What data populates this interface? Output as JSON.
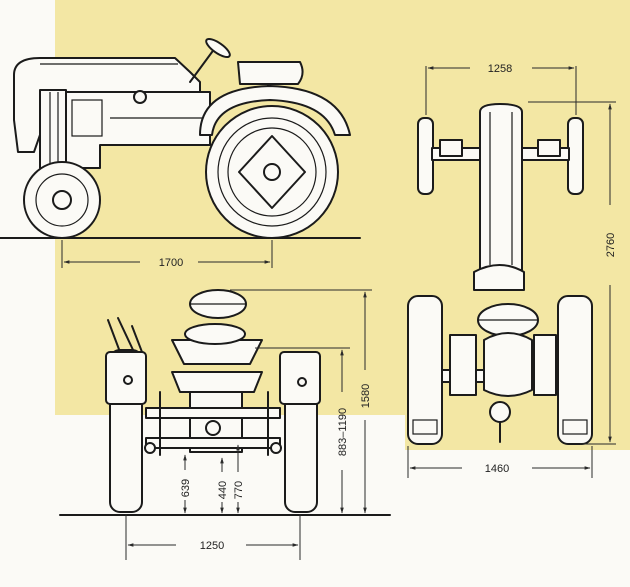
{
  "colors": {
    "panel": "#f3e7a4",
    "paper": "#fbfaf6",
    "ink": "#1b1b1b"
  },
  "dimensions": {
    "side_wheelbase": "1700",
    "top_front_track": "1258",
    "top_length": "2760",
    "top_rear_track": "1460",
    "front_track": "1250",
    "front_height_1": "639",
    "front_height_2": "440",
    "front_height_3": "770",
    "front_height_range": "883–1190",
    "front_total_height": "1580"
  }
}
